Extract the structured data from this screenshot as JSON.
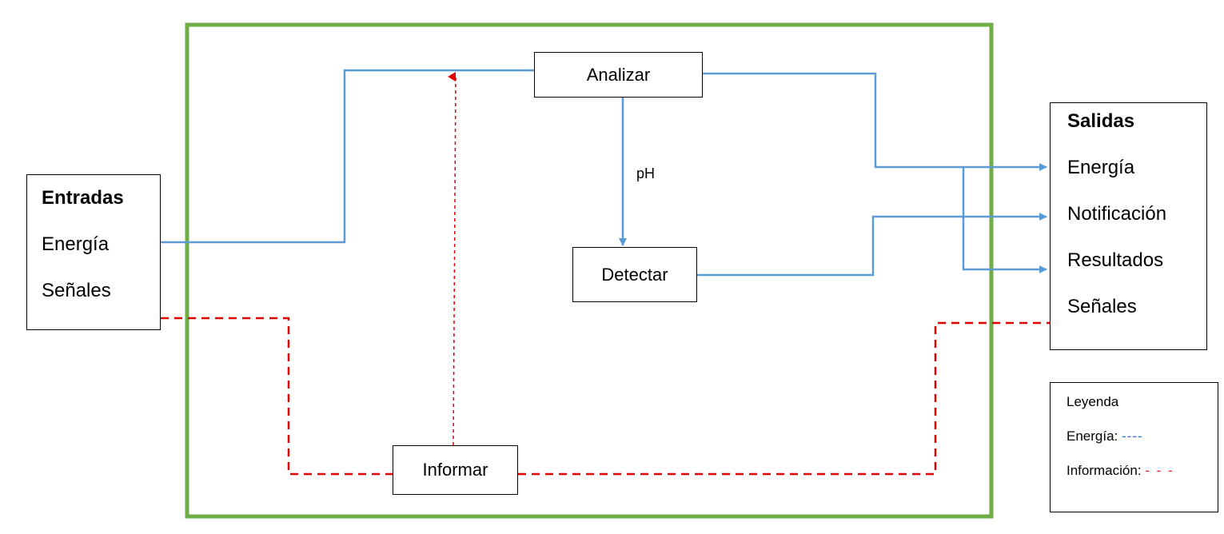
{
  "entradas": {
    "title": "Entradas",
    "items": [
      "Energía",
      "Señales"
    ]
  },
  "salidas": {
    "title": "Salidas",
    "items": [
      "Energía",
      "Notificación",
      "Resultados",
      "Señales"
    ]
  },
  "processes": {
    "analizar": "Analizar",
    "detectar": "Detectar",
    "informar": "Informar"
  },
  "flow_label": "pH",
  "legend": {
    "title": "Leyenda",
    "energy_label": "Energía:",
    "energy_sample": "----",
    "info_label": "Información:",
    "info_sample": "- - -"
  },
  "colors": {
    "system_border": "#70ad47",
    "energy": "#5b9bd5",
    "information": "#e00000",
    "box_border": "#000000"
  }
}
